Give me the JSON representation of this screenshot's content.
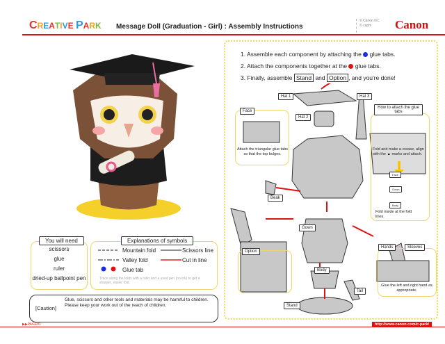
{
  "header": {
    "logo_letters": [
      "C",
      "R",
      "E",
      "A",
      "T",
      "I",
      "V",
      "E",
      " ",
      "P",
      "A",
      "R",
      "K"
    ],
    "logo_colors": [
      "#e8322b",
      "#f3a21b",
      "#2a9be0",
      "#e8322b",
      "#7cb944",
      "#f3a21b",
      "#2a9be0",
      "#e8322b",
      " ",
      "#2a9be0",
      "#e8322b",
      "#f3a21b",
      "#7cb944"
    ],
    "title": "Message Doll (Graduation - Girl) : Assembly Instructions",
    "copyright_line1": "© Canon Inc.",
    "copyright_line2": "© capm",
    "brand": "Canon"
  },
  "steps": {
    "s1a": "1. Assemble each component by attaching the",
    "s1b": "glue tabs.",
    "s2a": "2. Attach the components together at the",
    "s2b": "glue tabs.",
    "s3a": "3. Finally, assemble",
    "stand": "Stand",
    "and": "and",
    "option": "Option",
    "s3b": ", and you're done!"
  },
  "diagram": {
    "hat1": "Hat 1",
    "hat2": "Hat 2",
    "hat3": "Hat 3",
    "face": "Face",
    "face_note": "Attach the triangular glue tabs so that the top bulges.",
    "beak": "Beak",
    "gown": "Gown",
    "option": "Option",
    "body": "Body",
    "tail": "Tail",
    "stand": "Stand",
    "hands": "Hands",
    "sleeves": "Sleeves",
    "hands_note": "Glue the left and right hand as appropriate.",
    "howto_title": "How to attach the glue tabs",
    "howto_note1": "Fold and make a crease, align with the ▲ marks and attach.",
    "howto_face": "Face",
    "howto_gown": "Gown",
    "howto_body": "Body",
    "howto_note2": "Fold inside at the fold lines."
  },
  "needs": {
    "title": "You will need",
    "items": [
      "scissors",
      "glue",
      "ruler",
      "dried-up ballpoint pen"
    ]
  },
  "symbols": {
    "title": "Explanations of symbols",
    "mountain": "Mountain fold",
    "valley": "Valley fold",
    "glue": "Glue tab",
    "scissors": "Scissors line",
    "cut": "Cut in line",
    "note": "Trace along the folds with a ruler and a used pen (no ink) to get a sharper, easier fold."
  },
  "caution": {
    "label": "[Caution]",
    "line1": "Glue, scissors and other tools and materials may be harmful to children.",
    "line2": "Please keep your work out of the reach of children."
  },
  "footer": {
    "page": "▶▶PAGE01",
    "url": "http://www.canon.com/c-park/"
  },
  "colors": {
    "accent": "#dd1111",
    "glue_blue": "#1a2ee0",
    "glue_red": "#e01010",
    "yellow": "#f2d56a"
  }
}
